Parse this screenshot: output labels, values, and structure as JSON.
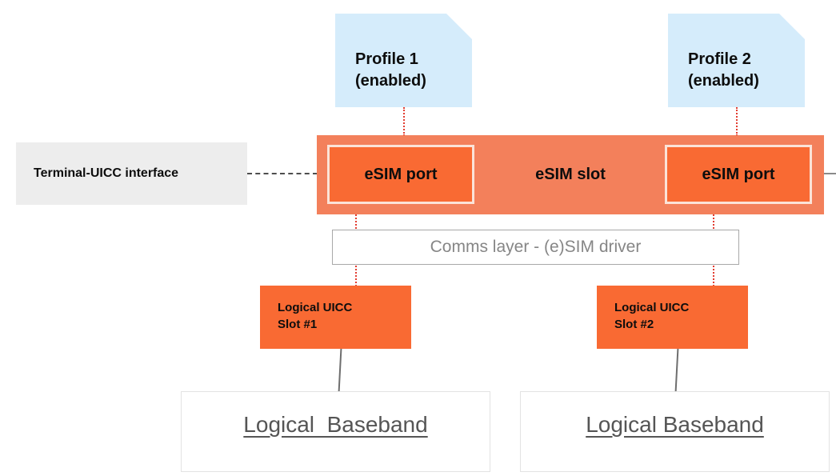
{
  "diagram": {
    "title": "eSIM slot and port architecture",
    "colors": {
      "profile_fill": "#d5ecfb",
      "slot_fill": "#f3805b",
      "port_fill": "#f96a33",
      "port_border": "#fbe3d8",
      "uicc_interface_fill": "#ededed",
      "comms_border": "#a8a8a8",
      "comms_text": "#868686",
      "baseband_border": "#e3e3e3",
      "baseband_text": "#555555",
      "dotted_link": "#e23c30",
      "solid_link": "#6e6e6e",
      "dashed_link": "#4e4e4e"
    },
    "profiles": [
      {
        "name": "Profile 1",
        "state": "(enabled)"
      },
      {
        "name": "Profile 2",
        "state": "(enabled)"
      }
    ],
    "slot": {
      "label": "eSIM slot",
      "ports": [
        {
          "label": "eSIM port"
        },
        {
          "label": "eSIM port"
        }
      ]
    },
    "terminal_interface": {
      "label": "Terminal-UICC interface"
    },
    "comms_layer": {
      "label": "Comms layer - (e)SIM driver"
    },
    "logical_uicc_slots": [
      {
        "line1": "Logical UICC",
        "line2": "Slot #1"
      },
      {
        "line1": "Logical UICC",
        "line2": "Slot #2"
      }
    ],
    "basebands": [
      {
        "label": "Logical  Baseband"
      },
      {
        "label": "Logical Baseband"
      }
    ]
  }
}
